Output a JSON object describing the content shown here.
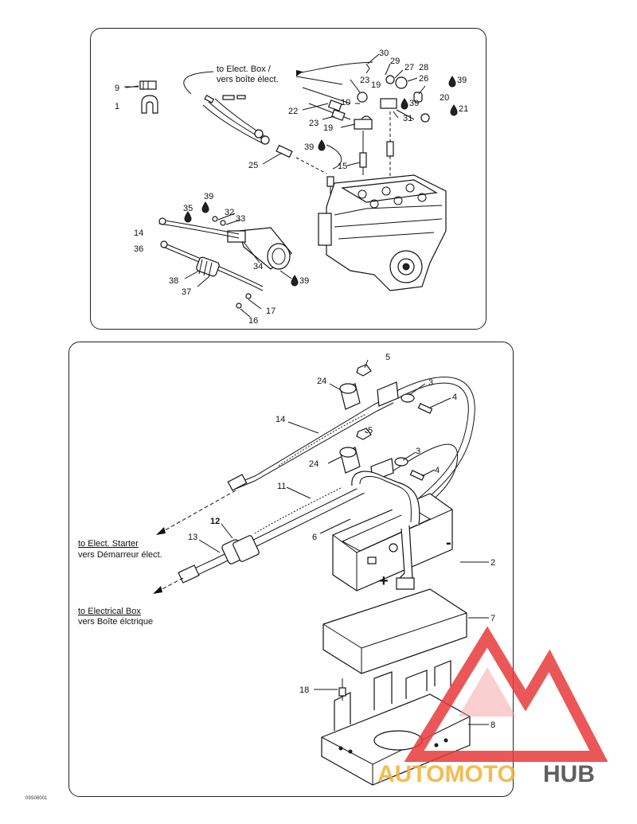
{
  "top_panel": {
    "label_box_en": "to Elect. Box /",
    "label_box_fr": "vers boîte élect.",
    "callouts": [
      "9",
      "1",
      "22",
      "23",
      "19",
      "10",
      "23",
      "19",
      "30",
      "29",
      "27",
      "28",
      "26",
      "39",
      "20",
      "21",
      "31",
      "39",
      "25",
      "15",
      "39",
      "35",
      "32",
      "33",
      "14",
      "36",
      "34",
      "38",
      "37",
      "39",
      "17",
      "16"
    ]
  },
  "bottom_panel": {
    "label_starter_en": "to Elect. Starter",
    "label_starter_fr": "vers Démarreur élect.",
    "label_elbox_en": "to Electrical Box",
    "label_elbox_fr": "vers Boîte élctrique",
    "plus": "+",
    "minus": "-",
    "callouts": [
      "5",
      "24",
      "3",
      "4",
      "14",
      "5",
      "3",
      "24",
      "4",
      "11",
      "6",
      "12",
      "13",
      "2",
      "7",
      "18",
      "8"
    ]
  },
  "footer_code": "09S06001",
  "watermark": {
    "text_a": "AUTOMOTO",
    "text_b": "HUB",
    "color_red": "#e83a3a",
    "color_yellow": "#f2b233",
    "color_gray": "#444444"
  }
}
